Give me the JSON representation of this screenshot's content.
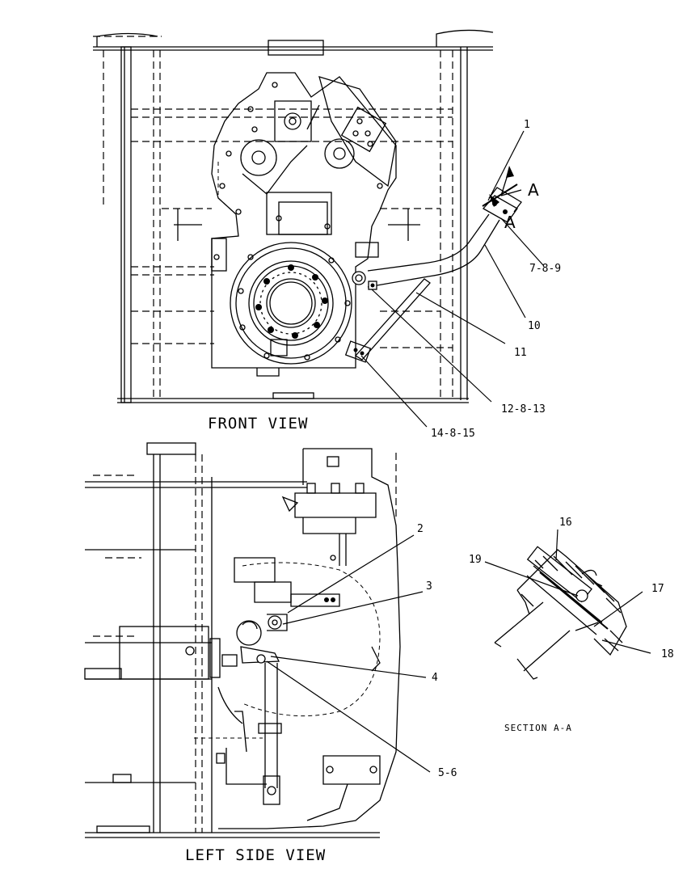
{
  "views": {
    "front": "FRONT VIEW",
    "left_side": "LEFT SIDE VIEW",
    "section": "SECTION A-A"
  },
  "section_marker": "A",
  "callouts": {
    "c1": "1",
    "c2": "2",
    "c3": "3",
    "c4": "4",
    "c5_6": "5-6",
    "c7_8_9": "7-8-9",
    "c10": "10",
    "c11": "11",
    "c12_8_13": "12-8-13",
    "c14_8_15": "14-8-15",
    "c16": "16",
    "c17": "17",
    "c18": "18",
    "c19": "19"
  }
}
